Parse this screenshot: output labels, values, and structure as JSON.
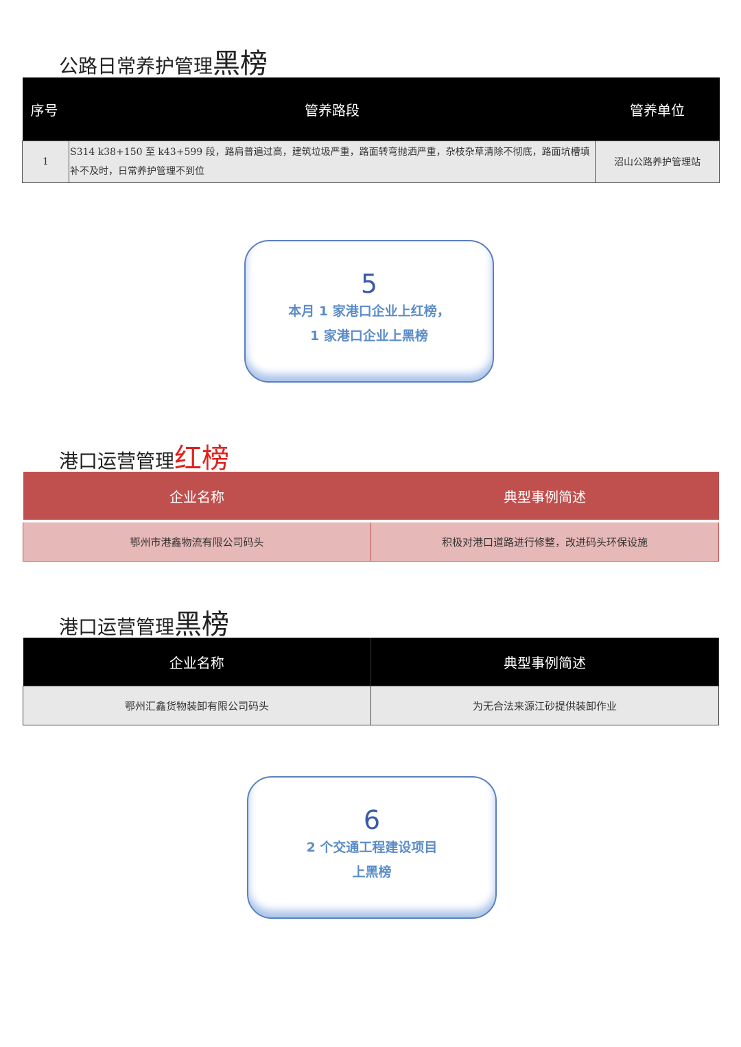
{
  "road": {
    "title_small": "公路日常养护管理",
    "title_big": "黑榜",
    "headers": [
      "序号",
      "管养路段",
      "管养单位"
    ],
    "rows": [
      {
        "no": "1",
        "section": "S314 k38+150 至 k43+599 段，路肩普遍过高，建筑垃圾严重，路面转弯抛洒严重，杂枝杂草清除不彻底，路面坑槽填补不及时，日常养护管理不到位",
        "unit": "沼山公路养护管理站"
      }
    ]
  },
  "card1": {
    "number": "5",
    "line1": "本月 1 家港口企业上红榜，",
    "line2": "1 家港口企业上黑榜"
  },
  "port_red": {
    "title_small": "港口运营管理",
    "title_big": "红榜",
    "headers": [
      "企业名称",
      "典型事例简述"
    ],
    "rows": [
      {
        "name": "鄂州市港鑫物流有限公司码头",
        "desc": "积极对港口道路进行修整，改进码头环保设施"
      }
    ]
  },
  "port_black": {
    "title_small": "港口运营管理",
    "title_big": "黑榜",
    "headers": [
      "企业名称",
      "典型事例简述"
    ],
    "rows": [
      {
        "name": "鄂州汇鑫货物装卸有限公司码头",
        "desc": "为无合法来源江砂提供装卸作业"
      }
    ]
  },
  "card2": {
    "number": "6",
    "line1": "2 个交通工程建设项目",
    "line2": "上黑榜"
  }
}
